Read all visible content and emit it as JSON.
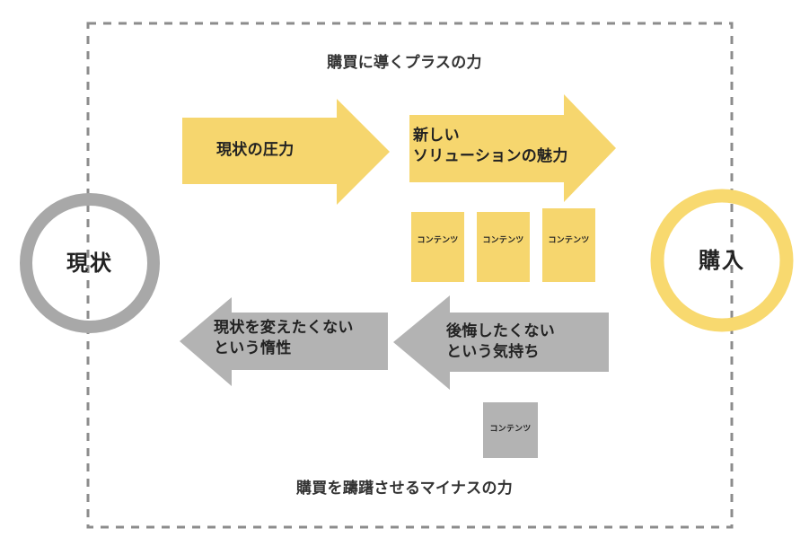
{
  "diagram": {
    "title_top": "購買に導くプラスの力",
    "title_bottom": "購買を躊躇させるマイナスの力",
    "colors": {
      "yellow": "#F6D66E",
      "yellow_circle": "#F8D96F",
      "gray": "#B3B3B3",
      "gray_circle": "#A8A8A8",
      "dash_border": "#8C8C8C",
      "text_dark": "#333333"
    },
    "nodes": {
      "start_label": "現状",
      "end_label": "購入"
    },
    "positive_arrows": [
      {
        "label_line1": "現状の圧力",
        "label_line2": ""
      },
      {
        "label_line1": "新しい",
        "label_line2": "ソリューションの魅力"
      }
    ],
    "negative_arrows": [
      {
        "label_line1": "現状を変えたくない",
        "label_line2": "という惰性"
      },
      {
        "label_line1": "後悔したくない",
        "label_line2": "という気持ち"
      }
    ],
    "positive_content_boxes": [
      {
        "label": "コンテンツ"
      },
      {
        "label": "コンテンツ"
      },
      {
        "label": "コンテンツ"
      }
    ],
    "negative_content_boxes": [
      {
        "label": "コンテンツ"
      }
    ]
  }
}
